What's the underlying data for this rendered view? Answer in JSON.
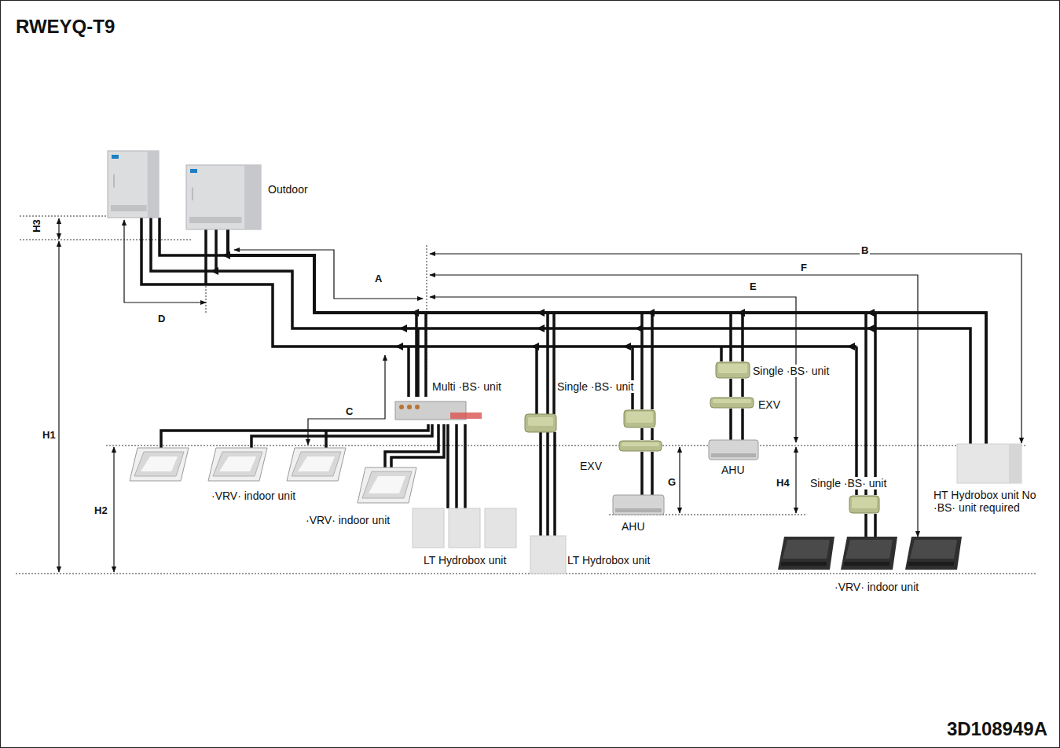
{
  "diagram": {
    "title": "RWEYQ-T9",
    "caption": "3D108949A",
    "nodes": [
      {
        "text": [
          "Outdoor"
        ]
      },
      {
        "text": [
          "Multi ·BS· unit"
        ]
      },
      {
        "text": [
          "·VRV· indoor unit"
        ]
      },
      {
        "text": [
          "·VRV· indoor unit"
        ]
      },
      {
        "text": [
          "LT Hydrobox unit"
        ]
      },
      {
        "text": [
          "LT Hydrobox unit"
        ]
      },
      {
        "text": [
          "Single ·BS· unit"
        ]
      },
      {
        "text": [
          "EXV"
        ]
      },
      {
        "text": [
          "AHU"
        ]
      },
      {
        "text": [
          "Single ·BS· unit"
        ]
      },
      {
        "text": [
          "EXV"
        ]
      },
      {
        "text": [
          "AHU"
        ]
      },
      {
        "text": [
          "Single ·BS· unit"
        ]
      },
      {
        "text": [
          "·VRV· indoor unit"
        ]
      },
      {
        "text": [
          "HT Hydrobox unit No ·BS· unit required"
        ]
      }
    ],
    "edges": [
      {
        "from": 0,
        "to": 1,
        "arrow": "none"
      },
      {
        "from": 1,
        "to": 2,
        "arrow": "none"
      },
      {
        "from": 1,
        "to": 3,
        "arrow": "none"
      },
      {
        "from": 1,
        "to": 4,
        "arrow": "none"
      },
      {
        "from": 0,
        "to": 5,
        "arrow": "none"
      },
      {
        "from": 0,
        "to": 6,
        "arrow": "none"
      },
      {
        "from": 6,
        "to": 7,
        "arrow": "none"
      },
      {
        "from": 7,
        "to": 8,
        "arrow": "none"
      },
      {
        "from": 0,
        "to": 9,
        "arrow": "none"
      },
      {
        "from": 9,
        "to": 10,
        "arrow": "none"
      },
      {
        "from": 10,
        "to": 11,
        "arrow": "none"
      },
      {
        "from": 0,
        "to": 12,
        "arrow": "none"
      },
      {
        "from": 12,
        "to": 13,
        "arrow": "none"
      },
      {
        "from": 0,
        "to": 14,
        "arrow": "none"
      }
    ],
    "labels": [
      "H3",
      "H1",
      "H2",
      "D",
      "A",
      "B",
      "F",
      "E",
      "C",
      "G",
      "H4"
    ]
  }
}
